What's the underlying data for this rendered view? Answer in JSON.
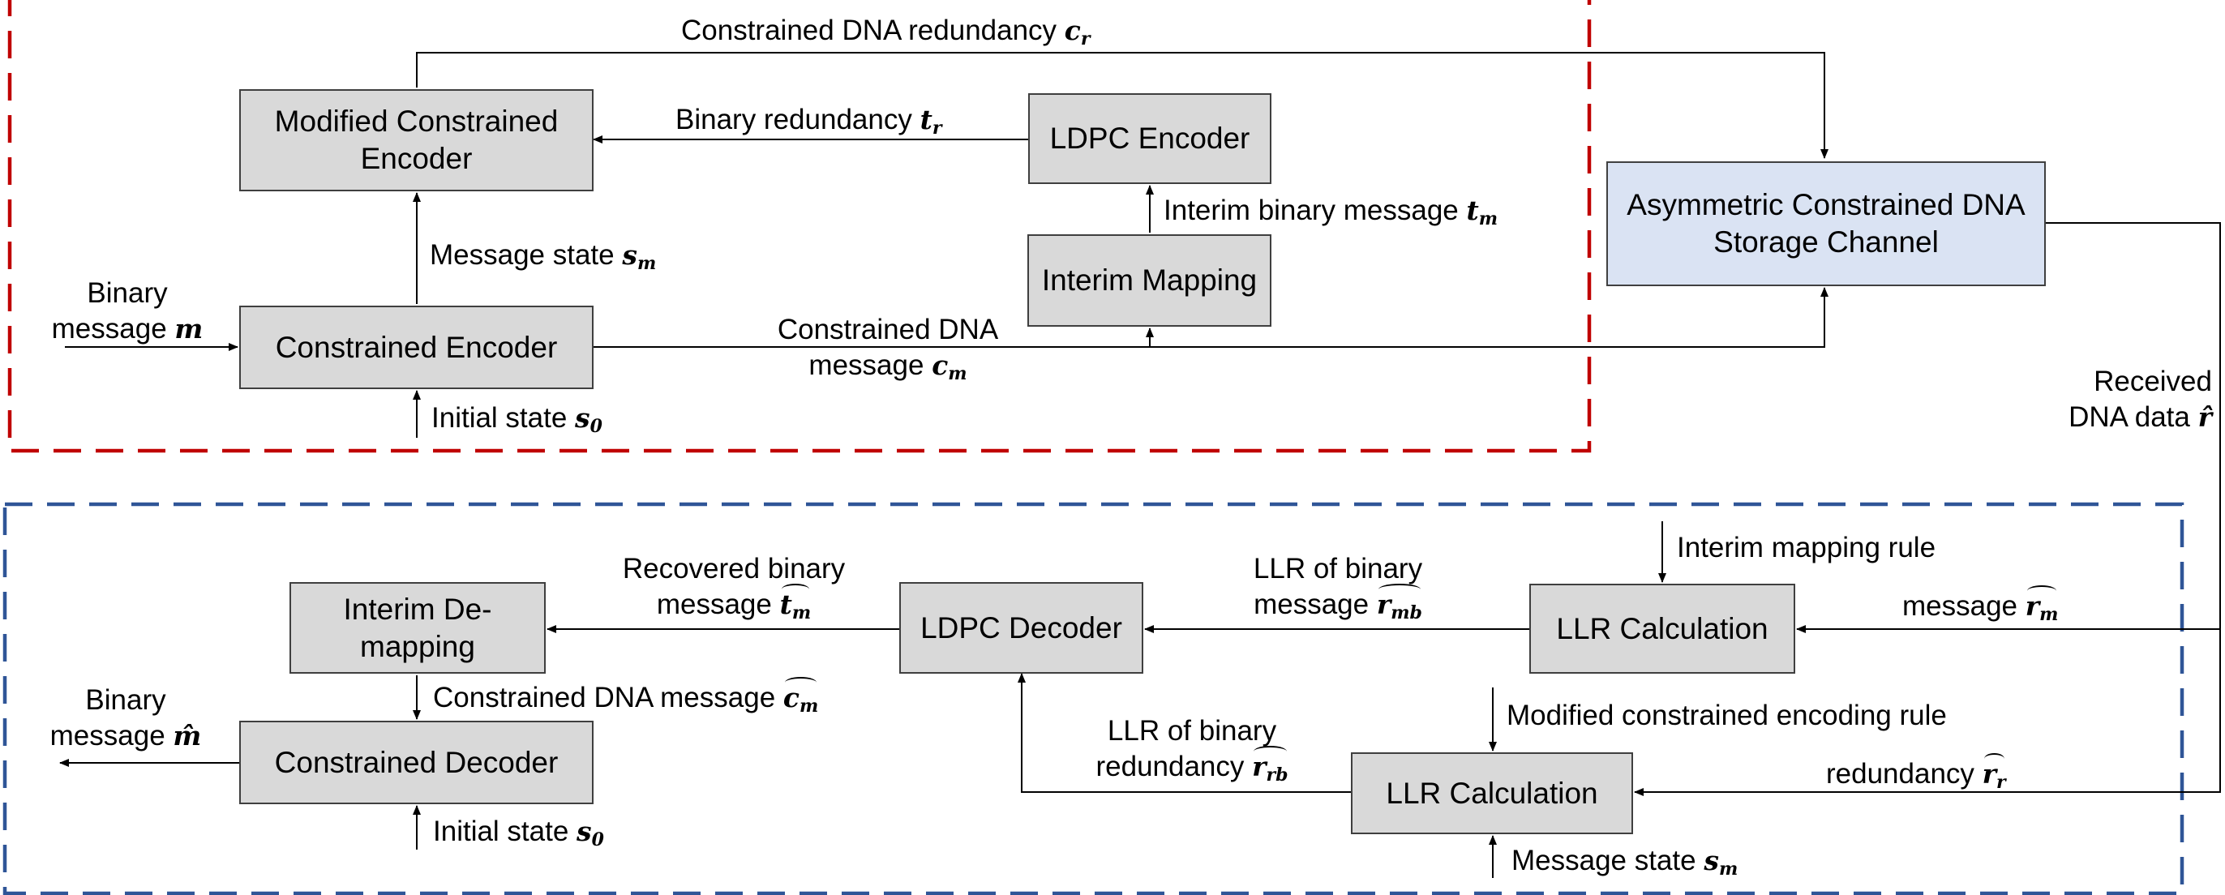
{
  "encoder_blocks": {
    "modified_constrained_encoder": "Modified Constrained Encoder",
    "constrained_encoder": "Constrained Encoder",
    "ldpc_encoder": "LDPC Encoder",
    "interim_mapping": "Interim Mapping",
    "channel": "Asymmetric Constrained DNA Storage Channel"
  },
  "encoder_labels": {
    "constrained_redundancy": "Constrained DNA redundancy",
    "binary_redundancy": "Binary redundancy",
    "interim_binary_message": "Interim binary message",
    "message_state": "Message state",
    "binary_message_1": "Binary",
    "binary_message_2": "message",
    "constrained_dna_message_1": "Constrained DNA",
    "constrained_dna_message_2": "message",
    "initial_state": "Initial state",
    "received_1": "Received",
    "received_2": "DNA data"
  },
  "decoder_blocks": {
    "interim_demapping": "Interim De-mapping",
    "ldpc_decoder": "LDPC Decoder",
    "llr_calc_top": "LLR Calculation",
    "llr_calc_bottom": "LLR Calculation",
    "constrained_decoder": "Constrained Decoder"
  },
  "decoder_labels": {
    "interim_mapping_rule": "Interim mapping rule",
    "message_hat": "message",
    "llr_binary_message_1": "LLR of binary",
    "llr_binary_message_2": "message",
    "recovered_1": "Recovered binary",
    "recovered_2": "message",
    "constrained_dna_message": "Constrained DNA message",
    "binary_message_1": "Binary",
    "binary_message_2": "message",
    "modified_rule": "Modified constrained encoding rule",
    "llr_binary_redundancy_1": "LLR of binary",
    "llr_binary_redundancy_2": "redundancy",
    "redundancy_hat": "redundancy",
    "initial_state": "Initial state",
    "message_state": "Message state"
  },
  "symbols": {
    "c_r": "c",
    "c_r_sub": "r",
    "t_r": "t",
    "t_r_sub": "r",
    "t_m": "t",
    "t_m_sub": "m",
    "s_m": "s",
    "s_m_sub": "m",
    "m": "m",
    "c_m": "c",
    "c_m_sub": "m",
    "s_0": "s",
    "s_0_sub": "0",
    "r_hat": "r̂",
    "r_m": "r",
    "r_m_sub": "m",
    "r_mb": "r",
    "r_mb_sub": "mb",
    "t_m_hat": "t",
    "t_m_hat_sub": "m",
    "c_m_hat": "c",
    "c_m_hat_sub": "m",
    "m_hat": "m̂",
    "r_rb": "r",
    "r_rb_sub": "rb",
    "r_r": "r",
    "r_r_sub": "r"
  },
  "colors": {
    "encoder_frame": "#c00000",
    "decoder_frame": "#2f5597",
    "block_fill": "#d9d9d9",
    "channel_fill": "#dae3f3"
  }
}
